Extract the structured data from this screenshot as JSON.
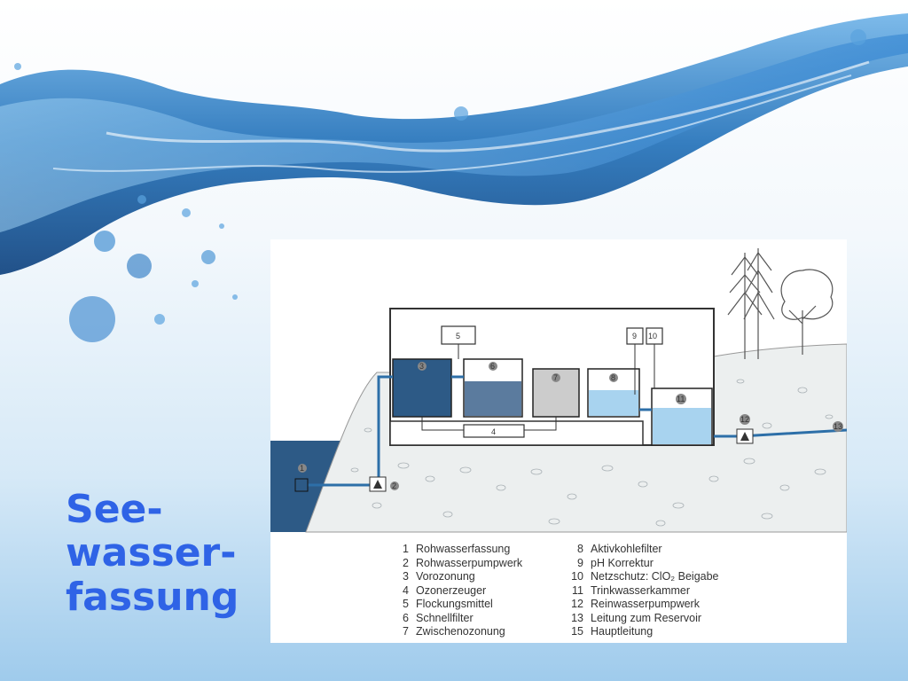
{
  "slide": {
    "title_lines": [
      "See-",
      "wasser-",
      "fassung"
    ],
    "colors": {
      "title": "#2f63e6",
      "water_dark": "#2d5a86",
      "water_light": "#a8d3ef"
    }
  },
  "diagram": {
    "labels": {
      "n1": "1",
      "n2": "2",
      "n3": "3",
      "n4": "4",
      "n5": "5",
      "n6": "6",
      "n7": "7",
      "n8": "8",
      "n9": "9",
      "n10": "10",
      "n11": "11",
      "n12": "12",
      "n13": "13"
    },
    "legend_left": [
      {
        "num": "1",
        "text": "Rohwasserfassung"
      },
      {
        "num": "2",
        "text": "Rohwasserpumpwerk"
      },
      {
        "num": "3",
        "text": "Vorozonung"
      },
      {
        "num": "4",
        "text": "Ozonerzeuger"
      },
      {
        "num": "5",
        "text": "Flockungsmittel"
      },
      {
        "num": "6",
        "text": "Schnellfilter"
      },
      {
        "num": "7",
        "text": "Zwischenozonung"
      }
    ],
    "legend_right": [
      {
        "num": "8",
        "text": "Aktivkohlefilter"
      },
      {
        "num": "9",
        "text": "pH Korrektur"
      },
      {
        "num": "10",
        "text": "Netzschutz: ClO₂ Beigabe"
      },
      {
        "num": "11",
        "text": "Trinkwasserkammer"
      },
      {
        "num": "12",
        "text": "Reinwasserpumpwerk"
      },
      {
        "num": "13",
        "text": "Leitung zum Reservoir"
      },
      {
        "num": "15",
        "text": "Hauptleitung"
      }
    ]
  }
}
